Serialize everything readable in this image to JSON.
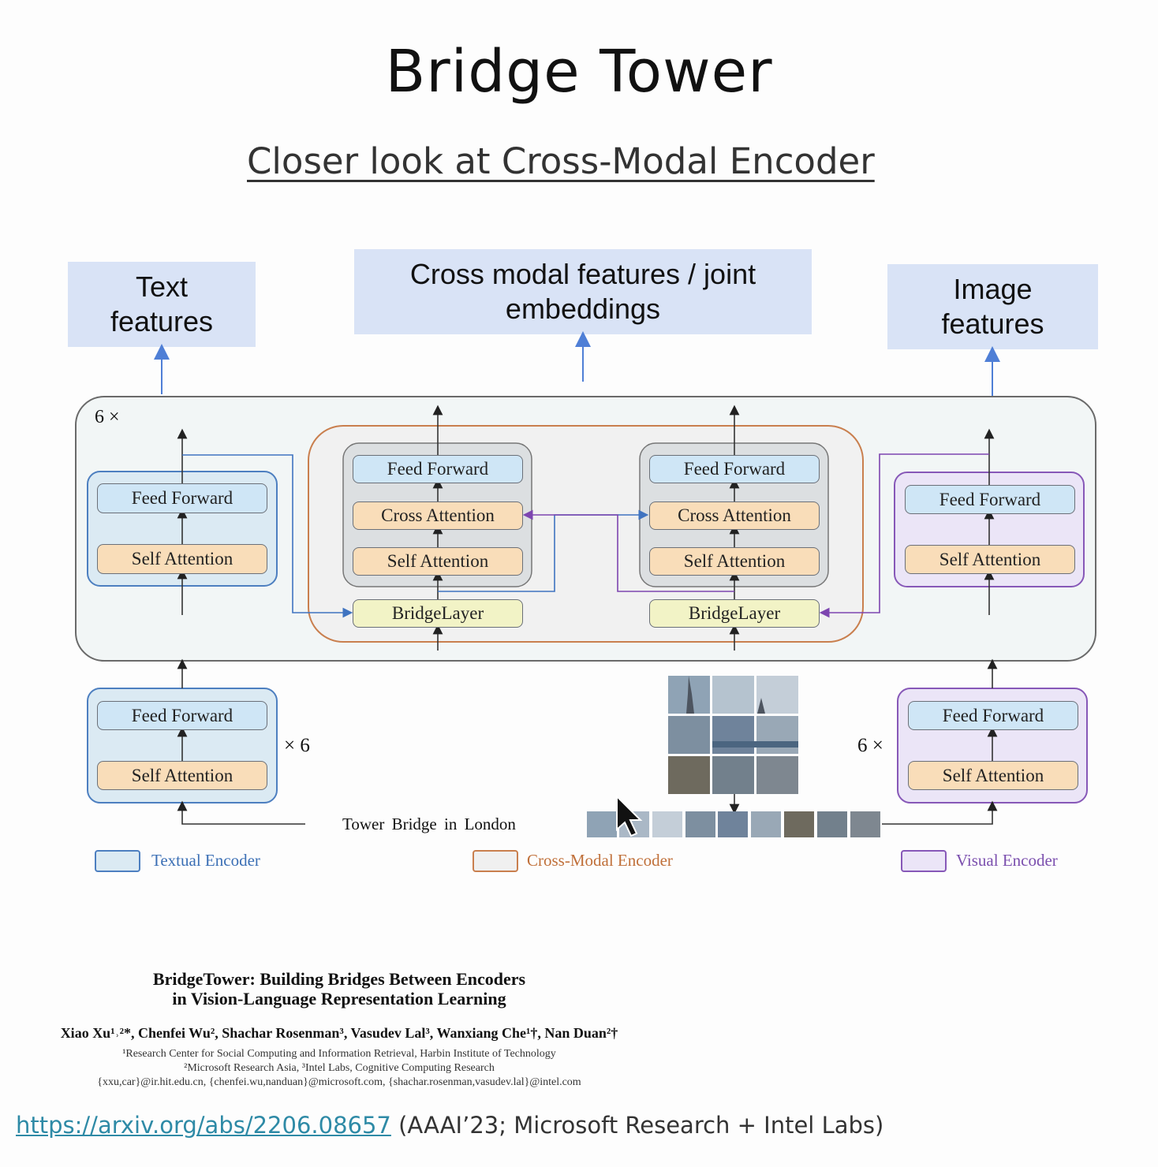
{
  "slide": {
    "title": "Bridge Tower",
    "subtitle": "Closer look at Cross-Modal Encoder"
  },
  "outputs": {
    "text_features": "Text features",
    "cross_modal": "Cross modal features / joint embeddings",
    "image_features": "Image features"
  },
  "diagram": {
    "outer_repeat": "6 ×",
    "top_text_encoder": {
      "ff": "Feed Forward",
      "sa": "Self Attention"
    },
    "cross_left": {
      "ff": "Feed Forward",
      "ca": "Cross Attention",
      "sa": "Self Attention",
      "bridge": "BridgeLayer"
    },
    "cross_right": {
      "ff": "Feed Forward",
      "ca": "Cross Attention",
      "sa": "Self Attention",
      "bridge": "BridgeLayer"
    },
    "top_visual_encoder": {
      "ff": "Feed Forward",
      "sa": "Self Attention"
    },
    "bottom_text_encoder": {
      "ff": "Feed Forward",
      "sa": "Self Attention",
      "repeat": "× 6"
    },
    "bottom_visual_encoder": {
      "ff": "Feed Forward",
      "sa": "Self Attention",
      "repeat": "6 ×"
    },
    "input_text": "Tower Bridge in London",
    "input_image": "Tower Bridge photo split into 3×3 patches",
    "legend": [
      {
        "label": "Textual Encoder",
        "color": "#3b6fb5",
        "fill": "#dbeaf3"
      },
      {
        "label": "Cross-Modal Encoder",
        "color": "#c0703a",
        "fill": "#f0f0f0"
      },
      {
        "label": "Visual Encoder",
        "color": "#7b4fae",
        "fill": "#ebe5f7"
      }
    ],
    "colors": {
      "text_line": "#3f73c0",
      "visual_line": "#7d45b0",
      "arrow_up": "#4f7fd6"
    }
  },
  "paper": {
    "title_line1": "BridgeTower: Building Bridges Between Encoders",
    "title_line2": "in Vision-Language Representation Learning",
    "authors": "Xiao Xu¹˒²*, Chenfei Wu², Shachar Rosenman³, Vasudev Lal³, Wanxiang Che¹†, Nan Duan²†",
    "affil1": "¹Research Center for Social Computing and Information Retrieval, Harbin Institute of Technology",
    "affil2": "²Microsoft Research Asia, ³Intel Labs, Cognitive Computing Research",
    "emails": "{xxu,car}@ir.hit.edu.cn, {chenfei.wu,nanduan}@microsoft.com, {shachar.rosenman,vasudev.lal}@intel.com"
  },
  "footer": {
    "link": "https://arxiv.org/abs/2206.08657",
    "note": " (AAAI’23; Microsoft Research + Intel Labs)"
  }
}
